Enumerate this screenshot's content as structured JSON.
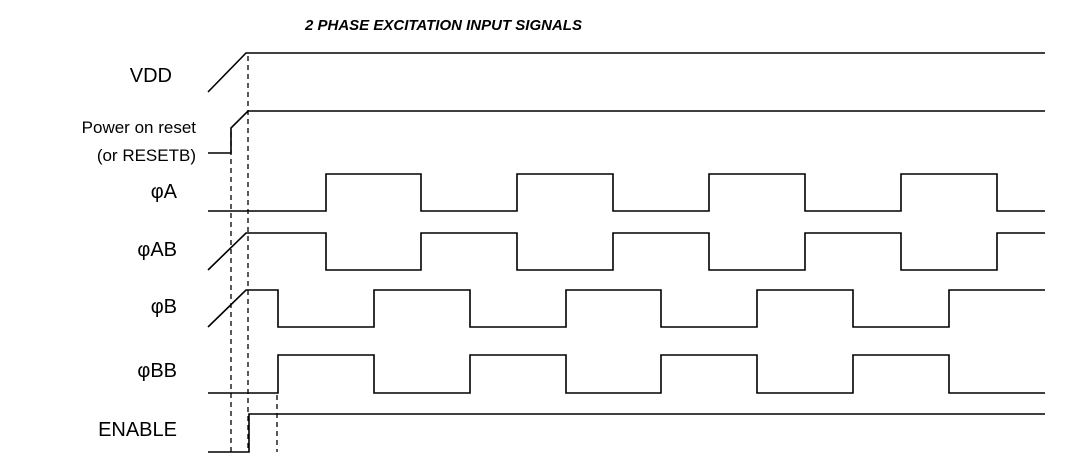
{
  "diagram": {
    "title": "2 PHASE EXCITATION INPUT SIGNALS",
    "signals": [
      {
        "id": "vdd",
        "label": [
          "VDD"
        ]
      },
      {
        "id": "por",
        "label": [
          "Power on reset",
          "(or RESETB)"
        ]
      },
      {
        "id": "phia",
        "label": [
          "φA"
        ]
      },
      {
        "id": "phiab",
        "label": [
          "φAB"
        ]
      },
      {
        "id": "phib",
        "label": [
          "φB"
        ]
      },
      {
        "id": "phibb",
        "label": [
          "φBB"
        ]
      },
      {
        "id": "enable",
        "label": [
          "ENABLE"
        ]
      }
    ],
    "colors": {
      "line": "#000000",
      "background": "#ffffff"
    }
  }
}
